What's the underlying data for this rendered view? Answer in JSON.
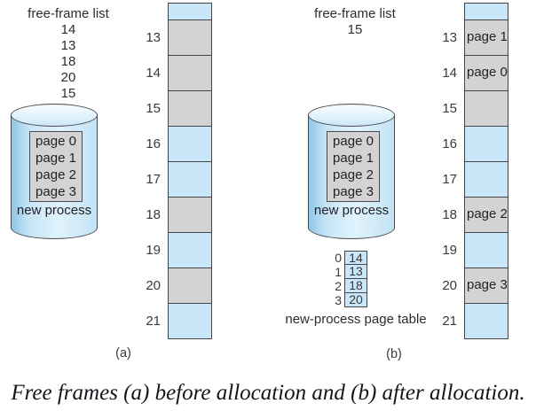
{
  "caption": "Free frames (a) before allocation and (b) after allocation.",
  "colors": {
    "free_or_allocated_frame": "#d3d3d3",
    "in_use_frame": "#c9e7f9",
    "cell_border": "#454547",
    "cylinder_fill": "#c6e5f6"
  },
  "panels": {
    "a": {
      "label": "(a)",
      "free_frame_list_title": "free-frame list",
      "free_frame_list": [
        "14",
        "13",
        "18",
        "20",
        "15"
      ],
      "process": {
        "pages": [
          "page 0",
          "page 1",
          "page 2",
          "page 3"
        ],
        "label": "new process"
      },
      "frames": [
        {
          "number": "13",
          "state": "free",
          "page": ""
        },
        {
          "number": "14",
          "state": "free",
          "page": ""
        },
        {
          "number": "15",
          "state": "free",
          "page": ""
        },
        {
          "number": "16",
          "state": "used",
          "page": ""
        },
        {
          "number": "17",
          "state": "used",
          "page": ""
        },
        {
          "number": "18",
          "state": "free",
          "page": ""
        },
        {
          "number": "19",
          "state": "used",
          "page": ""
        },
        {
          "number": "20",
          "state": "free",
          "page": ""
        },
        {
          "number": "21",
          "state": "used",
          "page": ""
        }
      ]
    },
    "b": {
      "label": "(b)",
      "free_frame_list_title": "free-frame list",
      "free_frame_list": [
        "15"
      ],
      "process": {
        "pages": [
          "page 0",
          "page 1",
          "page 2",
          "page 3"
        ],
        "label": "new process"
      },
      "page_table": {
        "label": "new-process page table",
        "rows": [
          {
            "index": "0",
            "frame": "14"
          },
          {
            "index": "1",
            "frame": "13"
          },
          {
            "index": "2",
            "frame": "18"
          },
          {
            "index": "3",
            "frame": "20"
          }
        ]
      },
      "frames": [
        {
          "number": "13",
          "state": "allocated",
          "page": "page 1"
        },
        {
          "number": "14",
          "state": "allocated",
          "page": "page 0"
        },
        {
          "number": "15",
          "state": "free",
          "page": ""
        },
        {
          "number": "16",
          "state": "used",
          "page": ""
        },
        {
          "number": "17",
          "state": "used",
          "page": ""
        },
        {
          "number": "18",
          "state": "allocated",
          "page": "page 2"
        },
        {
          "number": "19",
          "state": "used",
          "page": ""
        },
        {
          "number": "20",
          "state": "allocated",
          "page": "page 3"
        },
        {
          "number": "21",
          "state": "used",
          "page": ""
        }
      ]
    }
  }
}
